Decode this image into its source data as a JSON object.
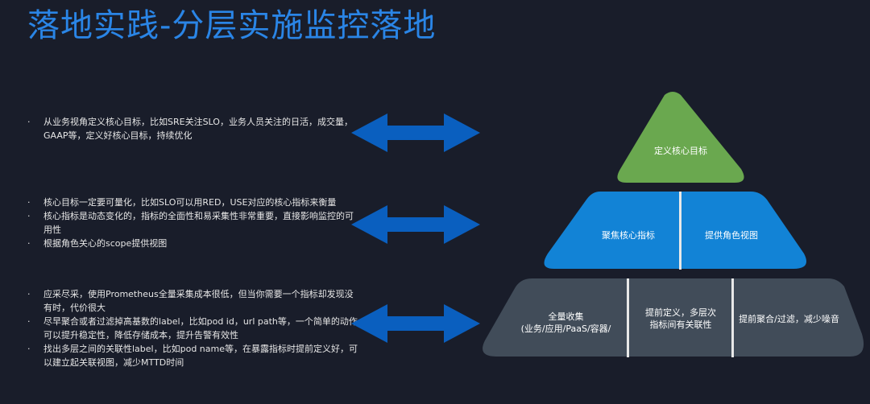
{
  "title": "落地实践-分层实施监控落地",
  "groups": [
    {
      "items": [
        "从业务视角定义核心目标，比如SRE关注SLO，业务人员关注的日活，成交量，GAAP等，定义好核心目标，持续优化"
      ]
    },
    {
      "items": [
        "核心目标一定要可量化，比如SLO可以用RED，USE对应的核心指标来衡量",
        "核心指标是动态变化的，指标的全面性和易采集性非常重要，直接影响监控的可用性",
        "根据角色关心的scope提供视图"
      ]
    },
    {
      "items": [
        "应采尽采，使用Prometheus全量采集成本很低，但当你需要一个指标却发现没有时，代价很大",
        "尽早聚合或者过滤掉高基数的label，比如pod id，url path等，一个简单的动作可以提升稳定性，降低存储成本，提升告警有效性",
        "找出多层之间的关联性label，比如pod name等，在暴露指标时提前定义好，可以建立起关联视图，减少MTTD时间"
      ]
    }
  ],
  "bullet_char": "·",
  "pyramid": {
    "top": {
      "label": "定义核心目标",
      "color": "#6aa84f"
    },
    "middle": {
      "color": "#1283d6",
      "cells": [
        "聚焦核心指标",
        "提供角色视图"
      ]
    },
    "bottom": {
      "color": "#414c59",
      "cells": [
        "全量收集\n(业务/应用/PaaS/容器/",
        "提前定义，多层次\n指标间有关联性",
        "提前聚合/过滤，减少噪音"
      ]
    }
  },
  "colors": {
    "background": "#191d2a",
    "title": "#2a85e6",
    "arrow": "#0a5fbf",
    "text": "#e6e6e6"
  },
  "icons": {
    "arrow": "double-headed-arrow-icon"
  }
}
